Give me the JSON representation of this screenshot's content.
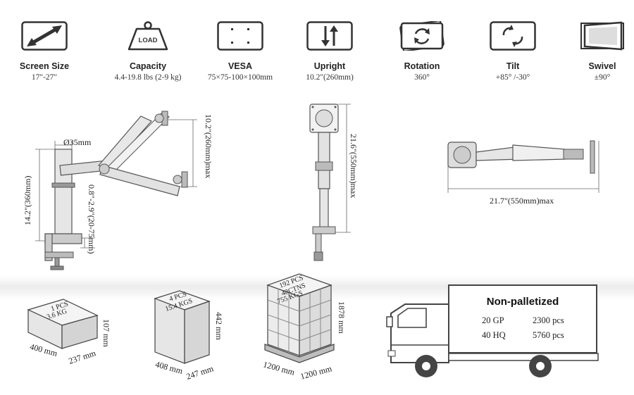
{
  "specs": [
    {
      "title": "Screen Size",
      "value": "17\"-27\"",
      "icon": "diagonal-arrow-icon"
    },
    {
      "title": "Capacity",
      "value": "4.4-19.8 lbs (2-9 kg)",
      "icon": "weight-icon",
      "icon_text": "LOAD"
    },
    {
      "title": "VESA",
      "value": "75×75-100×100mm",
      "icon": "vesa-holes-icon"
    },
    {
      "title": "Upright",
      "value": "10.2\"(260mm)",
      "icon": "up-down-arrows-icon"
    },
    {
      "title": "Rotation",
      "value": "360°",
      "icon": "rotation-icon"
    },
    {
      "title": "Tilt",
      "value": "+85° /-30°",
      "icon": "tilt-icon"
    },
    {
      "title": "Swivel",
      "value": "±90°",
      "icon": "swivel-icon"
    }
  ],
  "side_view": {
    "pole_diameter": "Ø35mm",
    "height": "14.2\"(360mm)",
    "clamp_range": "0.8\"-2.9\"(20-75mm)",
    "arm_travel": "10.2\"(260mm)max"
  },
  "front_view": {
    "height": "21.6\"(550mm)max"
  },
  "top_view": {
    "reach": "21.7\"(550mm)max"
  },
  "packages": [
    {
      "label_line1": "1 PCS",
      "label_line2": "3.6 KG",
      "length": "400 mm",
      "width": "237 mm",
      "height": "107 mm"
    },
    {
      "label_line1": "4 PCS",
      "label_line2": "15.4 KGS",
      "length": "408 mm",
      "width": "247 mm",
      "height": "442 mm"
    },
    {
      "label_line1": "192 PCS",
      "label_line2": "48CTNS",
      "label_line3": "755 KGS",
      "length": "1200 mm",
      "width": "1200 mm",
      "height": "1878 mm"
    }
  ],
  "shipping": {
    "title": "Non-palletized",
    "rows": [
      {
        "container": "20 GP",
        "qty": "2300 pcs"
      },
      {
        "container": "40 HQ",
        "qty": "5760 pcs"
      }
    ]
  }
}
